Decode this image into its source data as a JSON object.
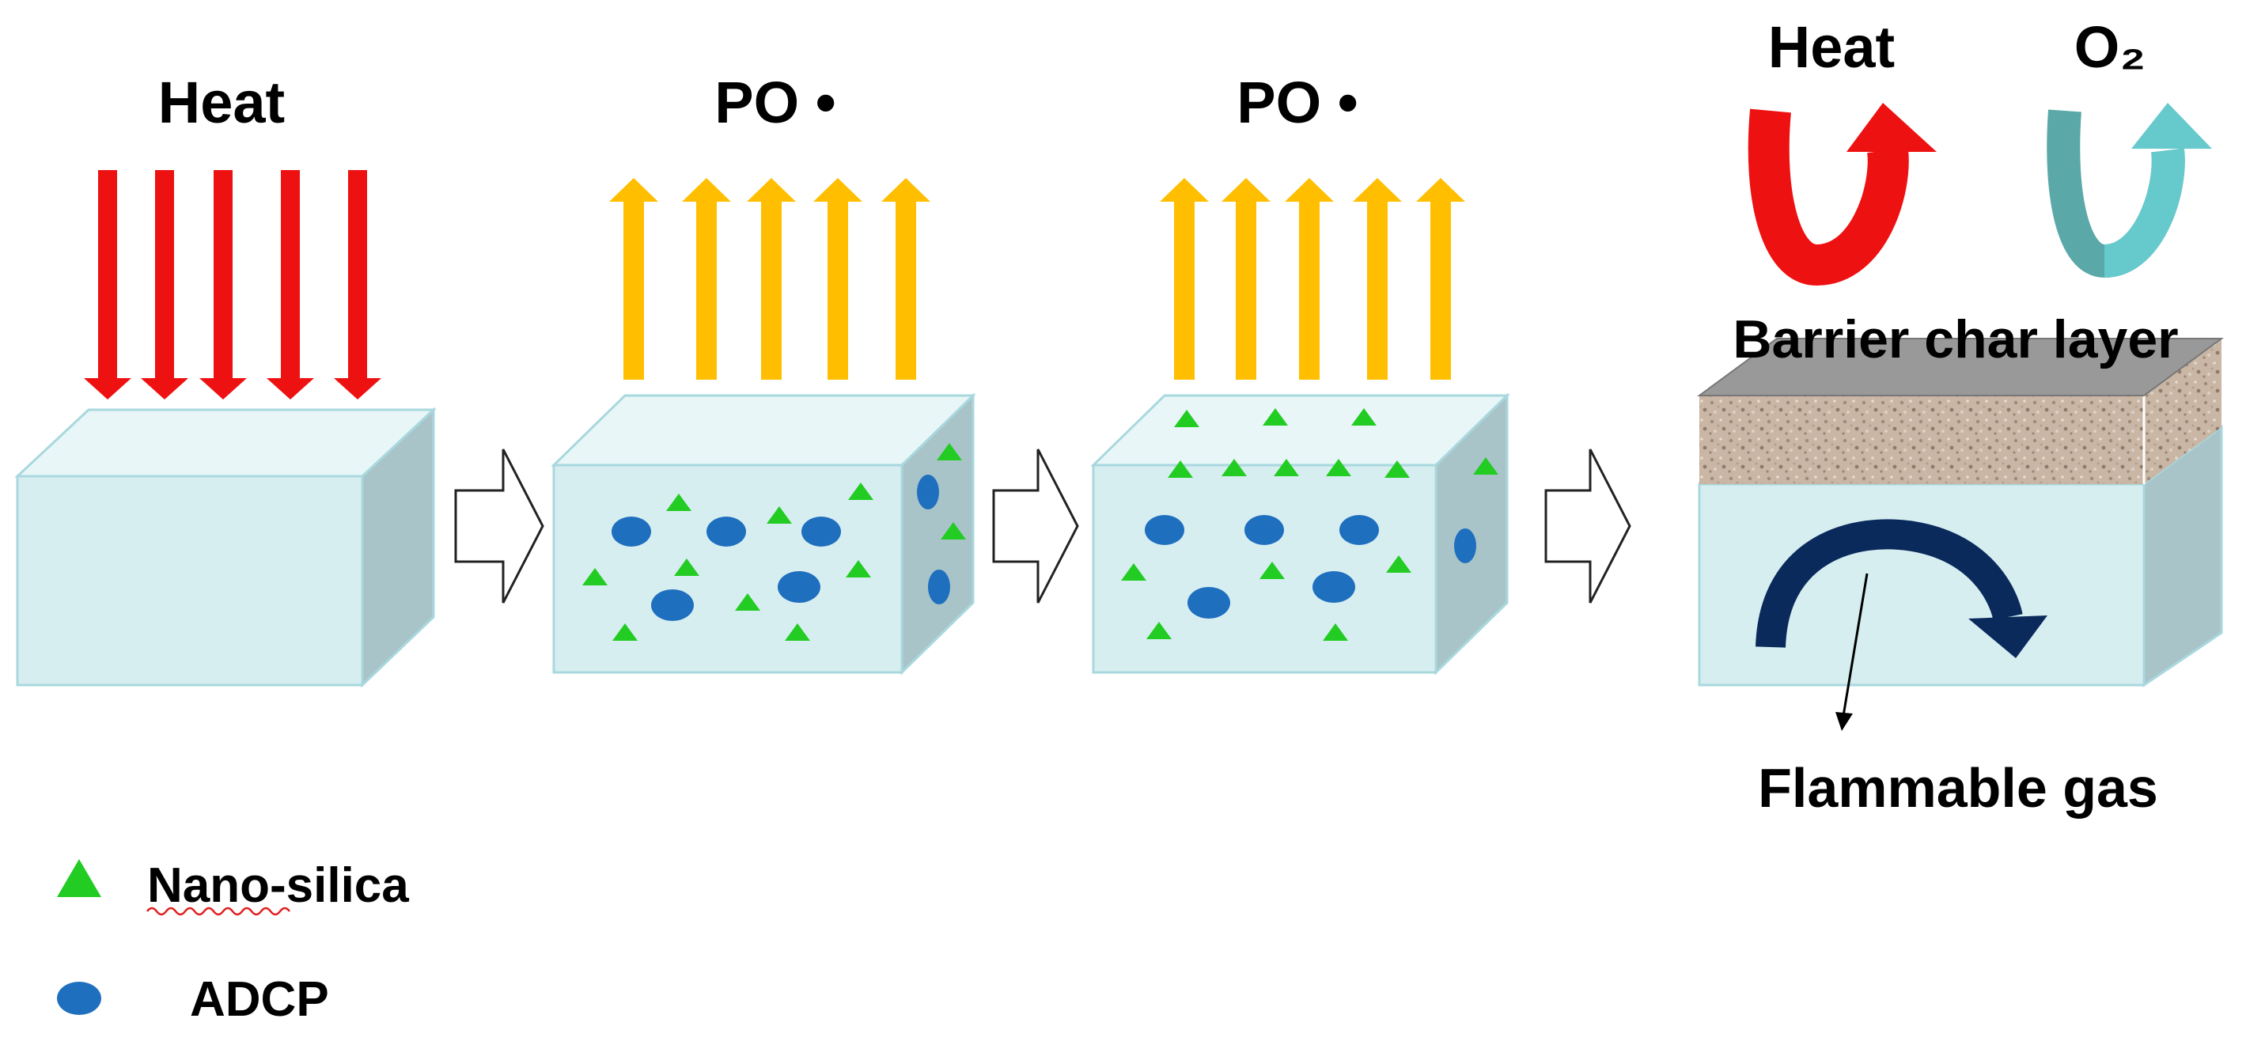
{
  "labels": {
    "heat_top": "Heat",
    "po_radical_1": "PO •",
    "po_radical_2": "PO •",
    "heat_char": "Heat",
    "oxygen": "O₂",
    "barrier": "Barrier char layer",
    "flammable_gas": "Flammable gas"
  },
  "legend": [
    {
      "label": "Nano-silica",
      "icon": "triangle"
    },
    {
      "label": "ADCP",
      "icon": "ellipse"
    }
  ],
  "colors": {
    "heat_arrow": "#ee1111",
    "radical_arrow": "#ffbf00",
    "oxygen_arrow": "#4db8b8",
    "block_front": "#d7eef1",
    "block_top": "#e8f6f8",
    "block_side": "#a9c4c8",
    "nano_silica": "#22cc22",
    "adcp": "#1f6fbf",
    "char_top": "#999999",
    "flow_arrow": "#0b2a5c"
  }
}
